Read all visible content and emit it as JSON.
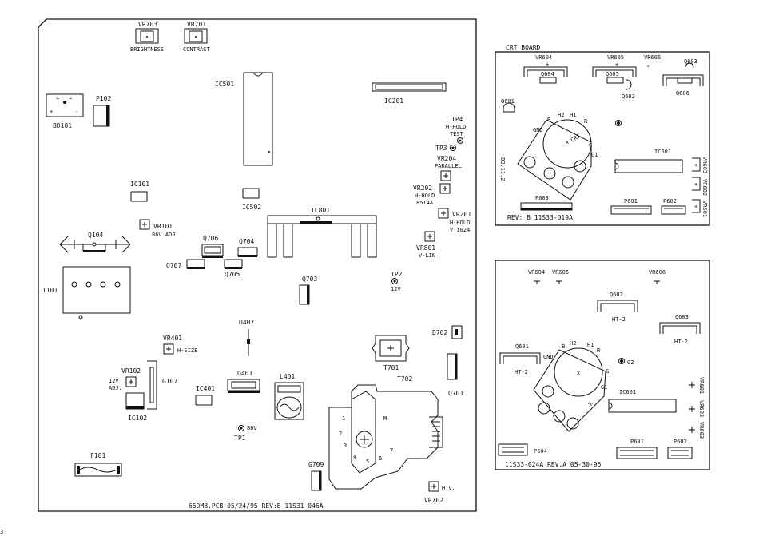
{
  "page_marker": "3",
  "main_board": {
    "footer": "65DMB.PCB 05/24/95 REV:B 11S31-046A",
    "components": {
      "vr703": "VR703",
      "brightness": "BRIGHTNESS",
      "vr701": "VR701",
      "contrast": "CONTRAST",
      "ic501": "IC501",
      "ic201": "IC201",
      "p102": "P102",
      "bd101": "BD101",
      "tp4": "TP4",
      "tp4_a": "H-HOLD",
      "tp4_b": "TEST",
      "tp3": "TP3",
      "vr204": "VR204",
      "vr204_a": "PARALLEL",
      "vr202": "VR202",
      "vr202_a": "H-HOLD",
      "vr202_b": "8514A",
      "vr201": "VR201",
      "vr201_a": "H-HOLD",
      "vr201_b": "V-1024",
      "ic101": "IC101",
      "ic502": "IC502",
      "ic801": "IC801",
      "vr101": "VR101",
      "vr101_a": "86V ADJ.",
      "q104": "Q104",
      "q706": "Q706",
      "q704": "Q704",
      "q707": "Q707",
      "q705": "Q705",
      "vr801": "VR801",
      "vr801_a": "V-LIN",
      "t101": "T101",
      "q703": "Q703",
      "tp2": "TP2",
      "tp2_a": "12V",
      "d407": "D407",
      "vr401": "VR401",
      "vr401_a": "H-SIZE",
      "d702": "D702",
      "t701": "T701",
      "vr102": "VR102",
      "vr102_a": "12V",
      "vr102_b": "ADJ.",
      "g107": "G107",
      "ic102": "IC102",
      "q401": "Q401",
      "l401": "L401",
      "ic401": "IC401",
      "t702": "T702",
      "q701": "Q701",
      "tp1": "TP1",
      "tp1_a": "86V",
      "f101": "F101",
      "g709": "G709",
      "hv": "H.V.",
      "vr702": "VR702"
    }
  },
  "crt_board_1": {
    "title": "CRT BOARD",
    "rev": "REV: B 11S33-019A",
    "date_code": "B3.11.2",
    "components": {
      "vr604": "VR604",
      "vr605": "VR605",
      "vr606": "VR606",
      "q603": "Q603",
      "q604": "Q604",
      "q605": "Q605",
      "q602": "Q602",
      "q606": "Q606",
      "q601": "Q601",
      "crt": "CRT",
      "pin_b": "B",
      "pin_h2": "H2",
      "pin_h1": "H1",
      "pin_r": "R",
      "pin_g": "G",
      "pin_g1": "G1",
      "pin_gnd": "GND",
      "ic601": "IC601",
      "p603": "P603",
      "p601": "P601",
      "p602": "P602",
      "vr603": "VR603",
      "vr602": "VR602",
      "vr601": "VR601"
    }
  },
  "crt_board_2": {
    "footer": "11S33-024A REV.A 05-30-95",
    "components": {
      "vr604": "VR604",
      "vr605": "VR605",
      "vr606": "VR606",
      "q602": "Q602",
      "ht2a": "HT-2",
      "q603": "Q603",
      "ht2b": "HT-2",
      "q601": "Q601",
      "ht2c": "HT-2",
      "pin_b": "B",
      "pin_h2": "H2",
      "pin_h1": "H1",
      "pin_r": "R",
      "pin_g": "G",
      "pin_g1": "G1",
      "pin_gnd": "GND",
      "g2": "G2",
      "crt_note": "-X",
      "ic601": "IC601",
      "vr601": "VR601",
      "vr602": "VR602",
      "vr603": "VR603",
      "p604": "P604",
      "p601": "P601",
      "p602": "P602"
    }
  }
}
